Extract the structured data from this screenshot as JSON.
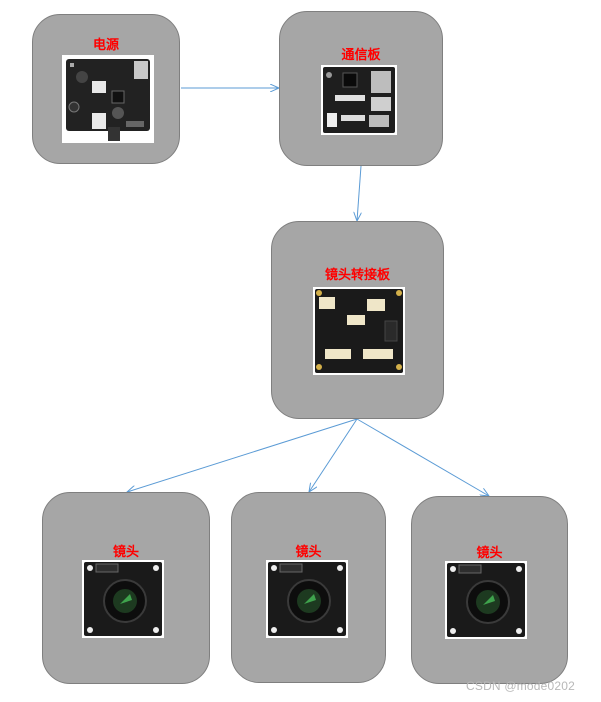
{
  "nodes": {
    "power": {
      "label": "电源"
    },
    "comm": {
      "label": "通信板"
    },
    "adapter": {
      "label": "镜头转接板"
    },
    "lens1": {
      "label": "镜头"
    },
    "lens2": {
      "label": "镜头"
    },
    "lens3": {
      "label": "镜头"
    }
  },
  "edges": [
    {
      "from": "power",
      "to": "comm"
    },
    {
      "from": "comm",
      "to": "adapter"
    },
    {
      "from": "adapter",
      "to": "lens1"
    },
    {
      "from": "adapter",
      "to": "lens2"
    },
    {
      "from": "adapter",
      "to": "lens3"
    }
  ],
  "colors": {
    "node_fill": "#a6a6a6",
    "node_border": "#7f7f7f",
    "label": "#ff0000",
    "arrow": "#5b9bd5"
  },
  "watermark": "CSDN @mode0202"
}
